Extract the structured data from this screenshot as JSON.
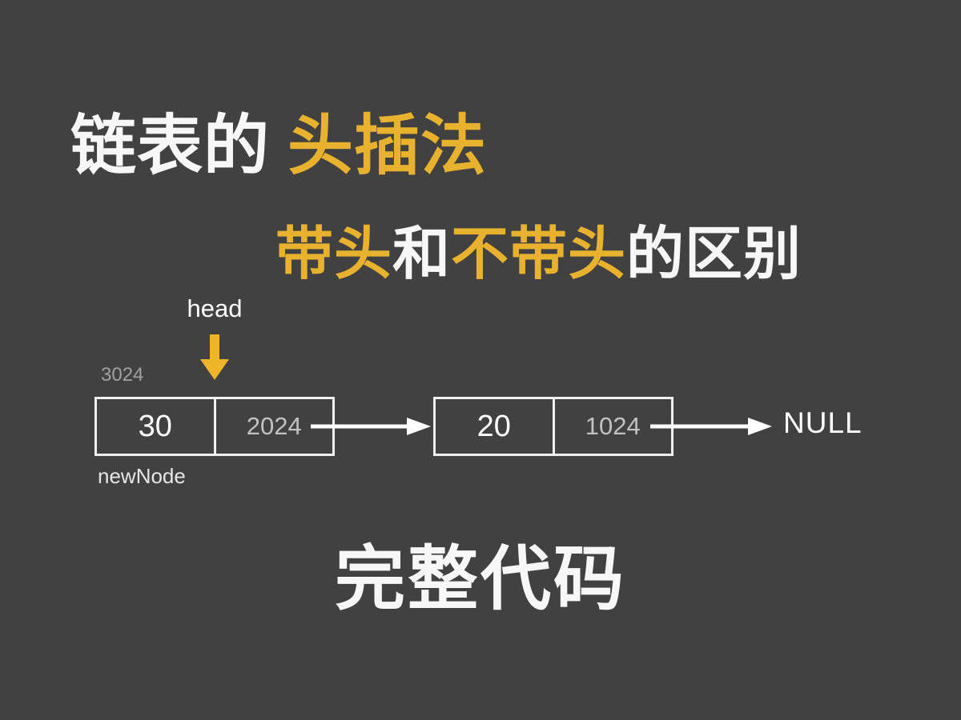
{
  "background_color": "#414141",
  "accent_color": "#e8b22e",
  "text_color": "#f7f7f7",
  "title": {
    "line1": {
      "part_white": "链表的",
      "part_gold": "头插法"
    },
    "line2": {
      "seg1_gold": "带头",
      "seg2_white": "和",
      "seg3_gold": "不带头",
      "seg4_white": "的区别"
    }
  },
  "footer": {
    "text": "完整代码"
  },
  "diagram": {
    "type": "linked-list",
    "head_pointer_label": "head",
    "new_node_label": "newNode",
    "terminator_label": "NULL",
    "nodes": [
      {
        "address": "3024",
        "data": "30",
        "next": "2024"
      },
      {
        "address": "",
        "data": "20",
        "next": "1024"
      }
    ]
  },
  "icons": {
    "head_arrow": "arrow-down-icon",
    "link_arrow": "arrow-right-icon"
  }
}
